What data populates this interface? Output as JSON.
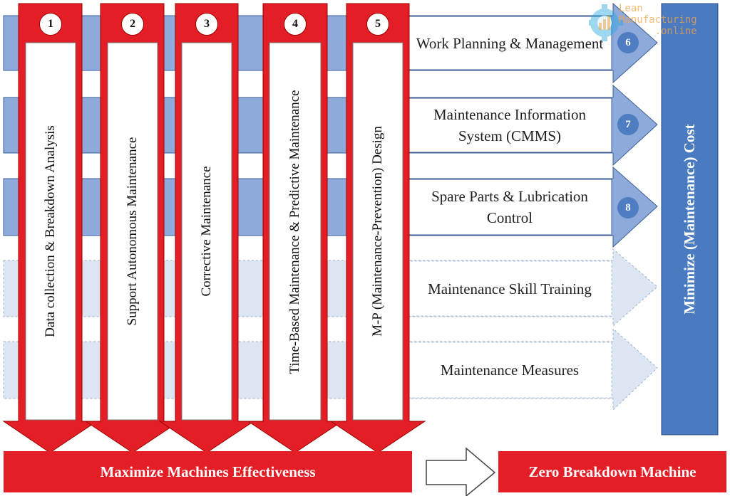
{
  "pillars": [
    {
      "number": "1",
      "label": "Data collection & Breakdown Analysis"
    },
    {
      "number": "2",
      "label": "Support Autonomous Maintenance"
    },
    {
      "number": "3",
      "label": "Corrective Maintenance"
    },
    {
      "number": "4",
      "label": "Time-Based Maintenance & Predictive Maintenance"
    },
    {
      "number": "5",
      "label": "M-P (Maintenance-Prevention) Design"
    }
  ],
  "activities": [
    {
      "label": "Work Planning & Management",
      "number": "6"
    },
    {
      "label": "Maintenance Information System (CMMS)",
      "number": "7"
    },
    {
      "label": "Spare Parts & Lubrication Control",
      "number": "8"
    },
    {
      "label": "Maintenance Skill Training"
    },
    {
      "label": "Maintenance Measures"
    }
  ],
  "goal_cost": "Minimize (Maintenance) Cost",
  "goal_effectiveness": "Maximize Machines Effectiveness",
  "goal_breakdown": "Zero Breakdown Machine",
  "watermark": {
    "line1": "Lean",
    "line2": "Manufacturing",
    "line3": ".online"
  },
  "colors": {
    "red": "#e41e26",
    "blue_band": "#8eaadb",
    "light_band": "#dce6f2",
    "cost_box": "#4a7ac0",
    "badge": "#4f7dc2"
  }
}
